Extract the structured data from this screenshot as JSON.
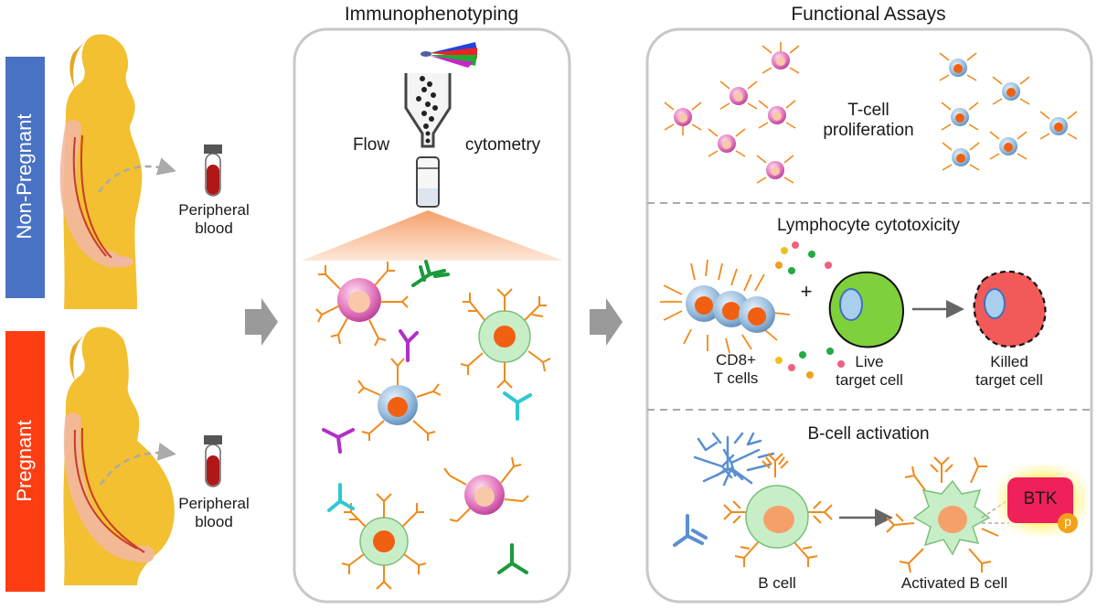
{
  "left": {
    "non_pregnant_label": "Non-Pregnant",
    "pregnant_label": "Pregnant",
    "sample_1": "Peripheral\nblood",
    "sample_2": "Peripheral\nblood",
    "colors": {
      "non_pregnant": "#4a72c4",
      "pregnant": "#ff3d12",
      "silhouette": "#f2c030"
    }
  },
  "middle": {
    "title": "Immunophenotyping",
    "flow_word": "Flow",
    "cytometry_word": "cytometry"
  },
  "right": {
    "title": "Functional Assays",
    "proliferation_label": "T-cell\nproliferation",
    "cytotoxicity_title": "Lymphocyte cytotoxicity",
    "plus_sign": "+",
    "cd8_label": "CD8+\nT cells",
    "live_label": "Live\ntarget cell",
    "killed_label": "Killed\ntarget cell",
    "bcell_title": "B-cell activation",
    "bcell_label": "B cell",
    "activated_label": "Activated B cell",
    "btk_label": "BTK",
    "phospho_label": "p"
  }
}
